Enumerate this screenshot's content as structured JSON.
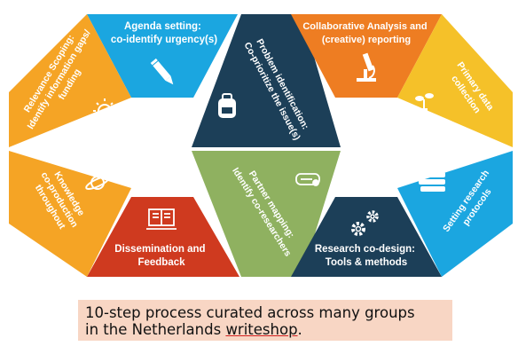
{
  "segments": [
    {
      "id": "agenda",
      "lines": [
        "Agenda setting:",
        "co-identify urgency(s)"
      ],
      "color": "#1ba6e0",
      "icon": "pencil-icon"
    },
    {
      "id": "relevance",
      "lines": [
        "Relevance Scoping:",
        "Identify information gaps/",
        "funding"
      ],
      "color": "#f5a425",
      "icon": "lightbulb-icon"
    },
    {
      "id": "knowledge",
      "lines": [
        "Knowledge",
        "co-production",
        "throughout"
      ],
      "color": "#f5a425",
      "icon": "planet-icon"
    },
    {
      "id": "dissemination",
      "lines": [
        "Dissemination and",
        "Feedback"
      ],
      "color": "#cf3a1f",
      "icon": "book-icon"
    },
    {
      "id": "problem",
      "lines": [
        "Problem identification:",
        "Co-prioritize the issue(s)"
      ],
      "color": "#1c3f58",
      "icon": "backpack-icon"
    },
    {
      "id": "partner",
      "lines": [
        "Partner mapping:",
        "Identify co-researchers"
      ],
      "color": "#8fb160",
      "icon": "diploma-icon"
    },
    {
      "id": "collab",
      "lines": [
        "Collaborative Analysis and",
        "(creative) reporting"
      ],
      "color": "#ee7d22",
      "icon": "microscope-icon"
    },
    {
      "id": "primary",
      "lines": [
        "Primary data",
        "collection"
      ],
      "color": "#f5c129",
      "icon": "flask-plant-icon"
    },
    {
      "id": "protocols",
      "lines": [
        "Setting research",
        "protocols"
      ],
      "color": "#1ba6e0",
      "icon": "books-icon"
    },
    {
      "id": "codesign",
      "lines": [
        "Research co-design:",
        "Tools & methods"
      ],
      "color": "#1c3f58",
      "icon": "gears-icon"
    }
  ],
  "caption": {
    "line1": "10-step process curated across many groups",
    "line2_prefix": "in the Netherlands ",
    "line2_underlined": "writeshop",
    "line2_suffix": "."
  }
}
